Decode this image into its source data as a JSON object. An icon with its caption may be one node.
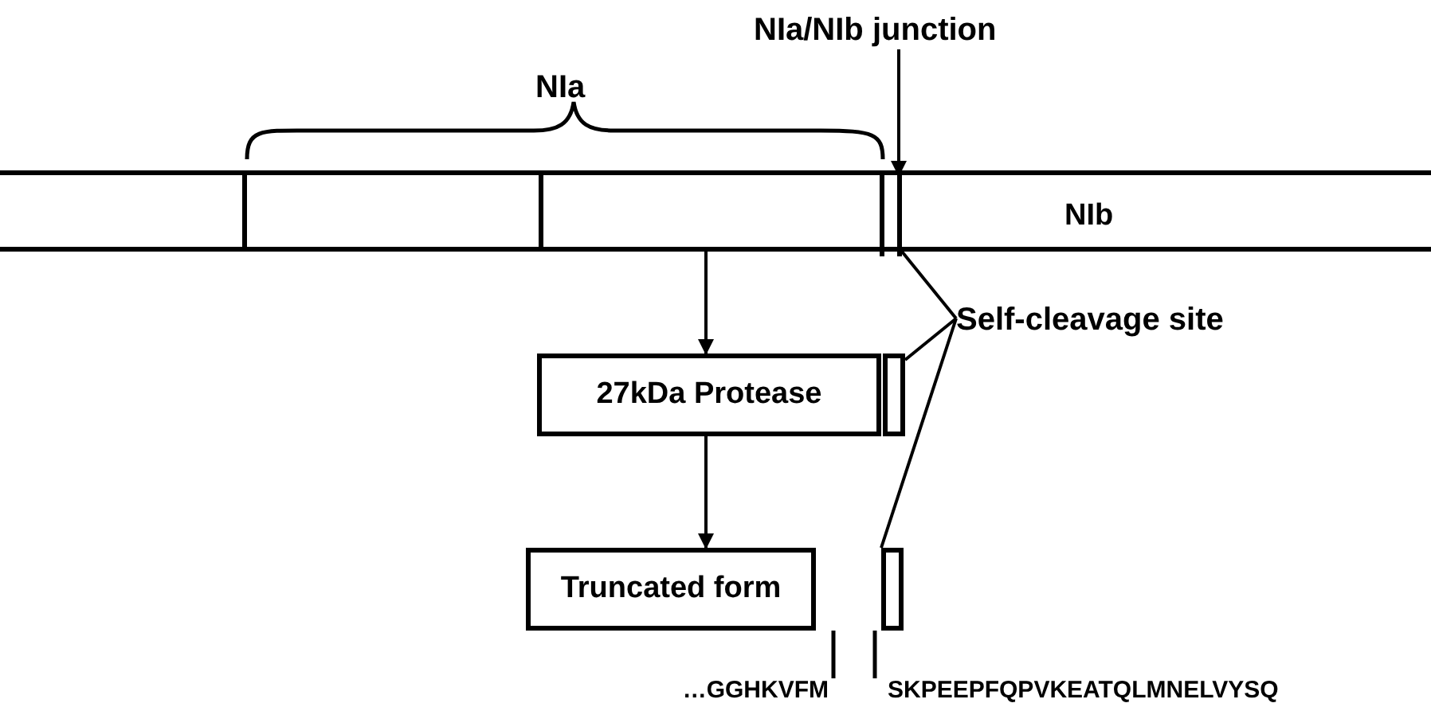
{
  "diagram": {
    "nodes": [
      {
        "text": [
          "NIa/NIb junction"
        ]
      },
      {
        "text": [
          "NIb"
        ]
      },
      {
        "text": [],
        "shape": "box",
        "in": 1
      },
      {
        "text": [
          "Self-cleavage site"
        ]
      },
      {
        "text": [
          "27kDa Protease"
        ]
      },
      {
        "text": [],
        "shape": "box"
      },
      {
        "text": [
          "Truncated form"
        ]
      },
      {
        "text": [],
        "shape": "box"
      }
    ],
    "edges": [
      {
        "from": 0,
        "to": 2,
        "arrow": "to"
      },
      {
        "from": 3,
        "to": 2,
        "arrow": "none"
      },
      {
        "from": 3,
        "to": 5,
        "arrow": "none"
      },
      {
        "from": 3,
        "to": 7,
        "arrow": "none"
      },
      {
        "from": 1,
        "to": 4,
        "arrow": "to"
      },
      {
        "from": 4,
        "to": 6,
        "arrow": "to"
      }
    ],
    "labels": [
      "NIa",
      "…GGHKVFM",
      "SKPEEPFQPVKEATQLMNELVYSQ"
    ]
  }
}
